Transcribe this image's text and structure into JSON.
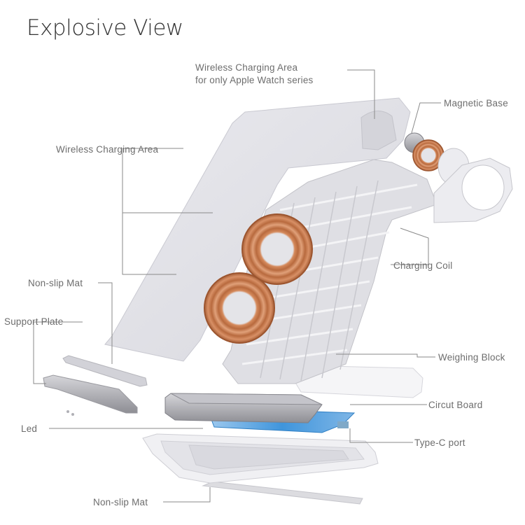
{
  "title": "Explosive View",
  "labels": {
    "wireless_watch_line1": "Wireless Charging Area",
    "wireless_watch_line2": "for only Apple Watch series",
    "magnetic_base": "Magnetic Base",
    "wireless_charging_area": "Wireless Charging Area",
    "charging_coil": "Charging  Coil",
    "non_slip_mat_top": "Non-slip Mat",
    "support_plate": "Support Plate",
    "weighing_block": "Weighing Block",
    "circuit_board": "Circut  Board",
    "led": "Led",
    "type_c_port": "Type-C port",
    "non_slip_mat_bottom": "Non-slip Mat"
  },
  "colors": {
    "shell": "#e4e4ea",
    "shell_edge": "#c9c9d1",
    "frame": "#d9d9df",
    "coil": "#c8784a",
    "board": "#4aa0e0",
    "metal": "#a8a8ae",
    "leader": "#8a8a8a"
  }
}
